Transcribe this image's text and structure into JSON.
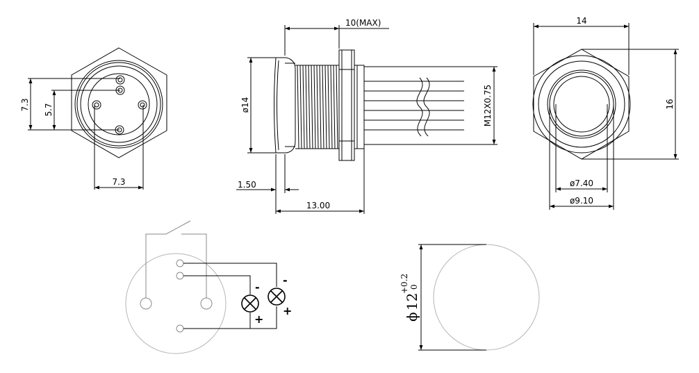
{
  "front_view": {
    "dim_width": "7.3",
    "dim_height": "7.3",
    "dim_pin": "5.7"
  },
  "side_view": {
    "dim_max": "10(MAX)",
    "dim_dia": "ø14",
    "dim_thread": "M12X0.75",
    "dim_head": "1.50",
    "dim_length": "13.00"
  },
  "back_view": {
    "dim_width": "14",
    "dim_height": "16",
    "dim_inner": "ø7.40",
    "dim_outer": "ø9.10"
  },
  "wiring": {
    "minus_1": "-",
    "minus_2": "-",
    "plus_1": "+",
    "plus_2": "+"
  },
  "panel_cutout": {
    "dia_symbol": "ϕ",
    "dia_value": "12",
    "tol_upper": "+0.2",
    "tol_lower": "0"
  }
}
